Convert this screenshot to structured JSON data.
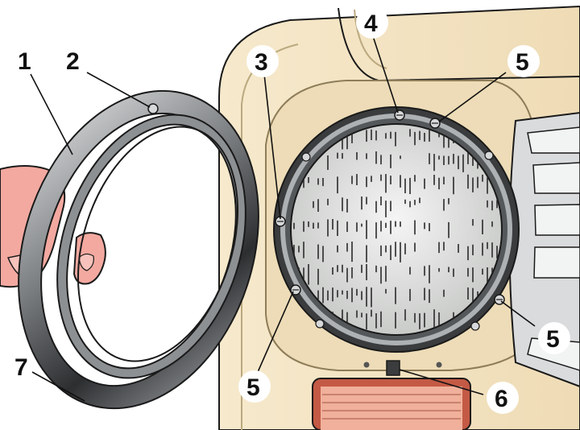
{
  "callouts": [
    {
      "id": "1",
      "label": "1"
    },
    {
      "id": "2",
      "label": "2"
    },
    {
      "id": "3",
      "label": "3"
    },
    {
      "id": "4",
      "label": "4"
    },
    {
      "id": "5a",
      "label": "5"
    },
    {
      "id": "5b",
      "label": "5"
    },
    {
      "id": "5c",
      "label": "5"
    },
    {
      "id": "6",
      "label": "6"
    },
    {
      "id": "7",
      "label": "7"
    }
  ],
  "colors": {
    "body_panel": "#f2e3c2",
    "body_shadow": "#d9c7a0",
    "rim_metal": "#6f7275",
    "rim_highlight": "#d8dadc",
    "lens": "#e6e8e6",
    "lens_lines": "#2a2a2a",
    "hand_skin": "#f3a9a0",
    "vent_red": "#e9a38c",
    "outline": "#1a1a1a",
    "label_circle": "#ffffff"
  },
  "icons": {
    "screw": "screw-icon"
  }
}
